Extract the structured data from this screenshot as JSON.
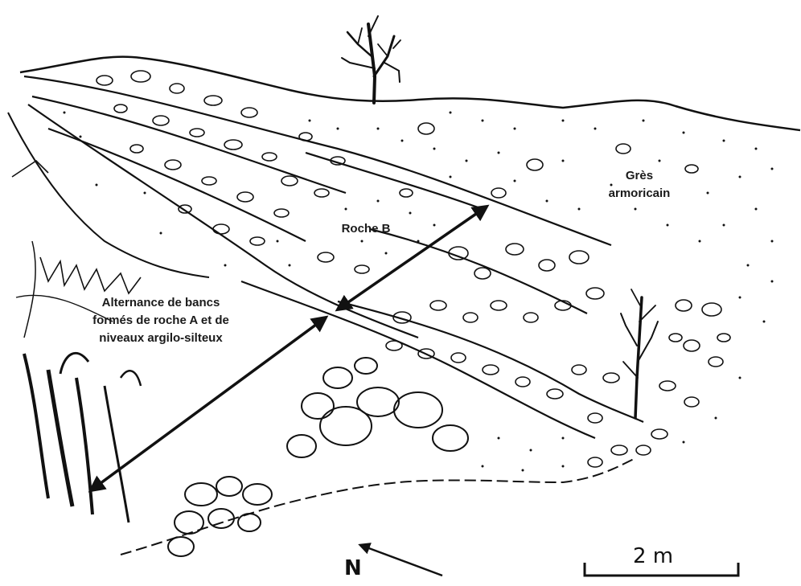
{
  "labels": {
    "gres_line1": "Grès",
    "gres_line2": "armoricain",
    "roche_b": "Roche B",
    "alternance_line1": "Alternance de bancs",
    "alternance_line2": "formés de roche A et de",
    "alternance_line3": "niveaux argilo-silteux"
  },
  "scale_bar": {
    "label": "2 m"
  },
  "north_arrow": {
    "label": "N"
  },
  "colors": {
    "ink": "#111111",
    "paper": "#ffffff"
  }
}
